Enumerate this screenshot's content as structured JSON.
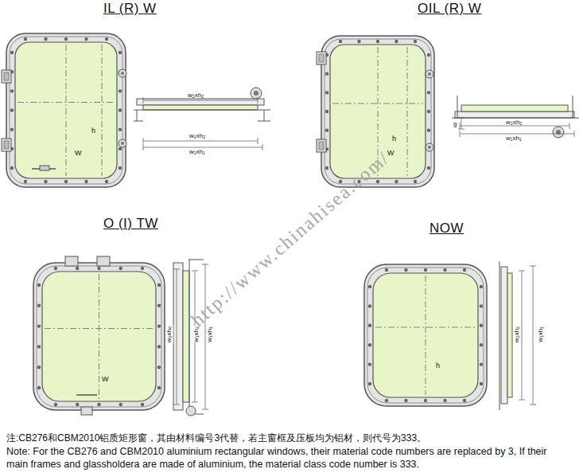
{
  "diagram": {
    "labels": [
      "IL (R) W",
      "OIL (R) W",
      "O (I) TW",
      "NOW",
      "h",
      "W",
      "w₂xh₂",
      "w₁xh₂",
      "w₁xh₁",
      "h",
      "W",
      "w₂xh₂",
      "w₁xh₁",
      "g",
      "W",
      "w₂xh₀",
      "w₁xh₂",
      "w₁xh₁",
      "h",
      "w₂xh₂",
      "w₁xh₁",
      "http://www.chinahisea.com/",
      "注:CB276和CBM2010铝质矩形窗，其由材料编号3代替，若主窗框及压板均为铝材，则代号为333。",
      "Note: For the CB276 and CBM2010 aluminium rectangular windows, their material code numbers are replaced by 3, If their main frames and glassholdera are made of aluminium, the material class code number is 333."
    ]
  }
}
